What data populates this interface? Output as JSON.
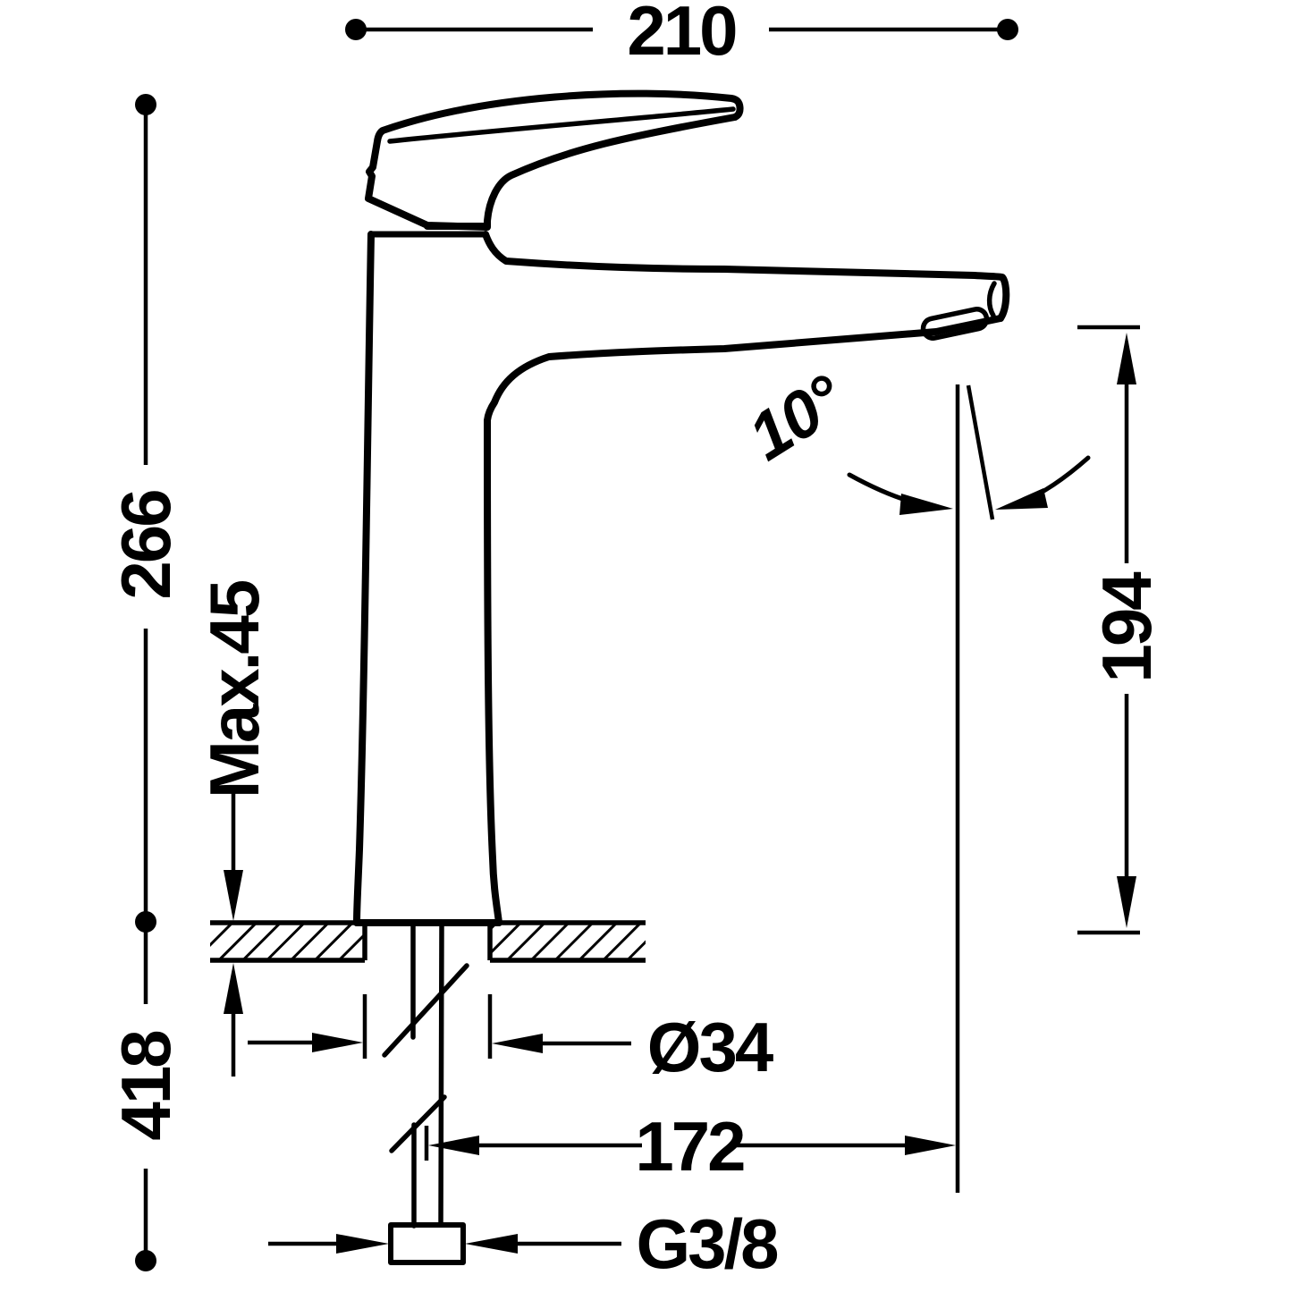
{
  "drawing": {
    "title": "Single-lever basin mixer tap — dimensional technical drawing",
    "line_color": "#000000",
    "background_color": "#ffffff",
    "dimensions": {
      "overall_width": "210",
      "height_above_counter": "266",
      "max_counter_thickness": "Max.45",
      "overall_height": "418",
      "spout_height": "194",
      "spout_angle": "10°",
      "hole_diameter": "Ø34",
      "spout_reach": "172",
      "supply_connection": "G3/8"
    }
  }
}
